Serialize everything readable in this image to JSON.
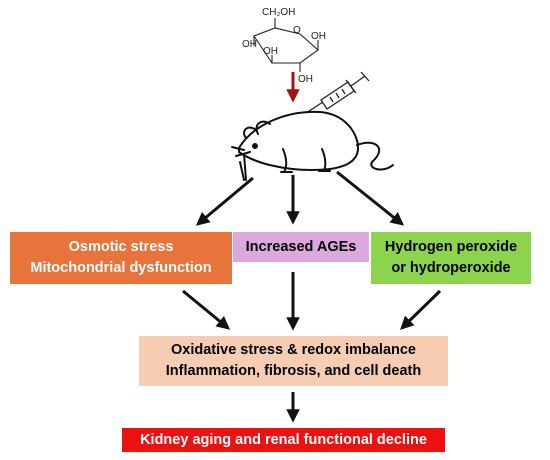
{
  "molecule": {
    "ch2oh": "CH₂OH",
    "oh_left_1": "OH",
    "oh_left_2": "OH",
    "oh_right": "OH",
    "oh_bottom": "OH",
    "ring_o": "O"
  },
  "colors": {
    "red_arrow": "#a01515",
    "osmotic": "#e8743b",
    "ages": "#dda8e0",
    "h2o2": "#8dd44d",
    "oxidative": "#f6cdb2",
    "kidney": "#ee1111"
  },
  "boxes": {
    "osmotic": {
      "line1": "Osmotic stress",
      "line2": "Mitochondrial dysfunction"
    },
    "ages": {
      "line1": "Increased AGEs"
    },
    "h2o2": {
      "line1": "Hydrogen peroxide",
      "line2": "or hydroperoxide"
    },
    "oxidative": {
      "line1": "Oxidative stress & redox imbalance",
      "line2": "Inflammation, fibrosis, and cell death"
    },
    "kidney": {
      "line1": "Kidney aging and renal functional decline"
    }
  }
}
